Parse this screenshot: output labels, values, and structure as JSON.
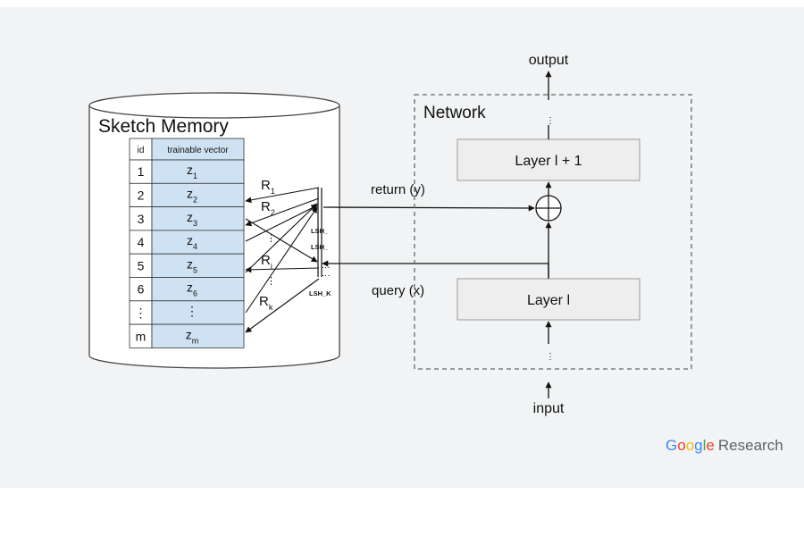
{
  "memory": {
    "title": "Sketch Memory",
    "table": {
      "col_id": "id",
      "col_vec": "trainable vector",
      "rows": [
        {
          "id": "1",
          "base": "z",
          "sub": "1"
        },
        {
          "id": "2",
          "base": "z",
          "sub": "2"
        },
        {
          "id": "3",
          "base": "z",
          "sub": "3"
        },
        {
          "id": "4",
          "base": "z",
          "sub": "4"
        },
        {
          "id": "5",
          "base": "z",
          "sub": "5"
        },
        {
          "id": "6",
          "base": "z",
          "sub": "6"
        },
        {
          "id": "⋮",
          "base": "⋮",
          "sub": ""
        },
        {
          "id": "m",
          "base": "z",
          "sub": "m"
        }
      ]
    }
  },
  "lsh": {
    "labels": [
      "LSH_",
      "LSH_",
      "LSH_K"
    ],
    "retrievals": [
      {
        "base": "R",
        "sub": "1"
      },
      {
        "base": "R",
        "sub": "2"
      },
      {
        "base": "R",
        "sub": "i"
      },
      {
        "base": "R",
        "sub": "k"
      }
    ]
  },
  "flow": {
    "return_label": "return (y)",
    "query_label": "query (x)"
  },
  "network": {
    "title": "Network",
    "layer_top": "Layer l + 1",
    "layer_bottom": "Layer l",
    "output": "output",
    "input": "input"
  },
  "brand": {
    "logo_text": "Google",
    "suffix": "Research",
    "logo_colors": [
      "#4285F4",
      "#EA4335",
      "#FBBC05",
      "#4285F4",
      "#34A853",
      "#EA4335"
    ]
  },
  "colors": {
    "background": "#f1f3f4",
    "vector_cell": "#cfe2f3",
    "layer_fill": "#eeeeee"
  }
}
